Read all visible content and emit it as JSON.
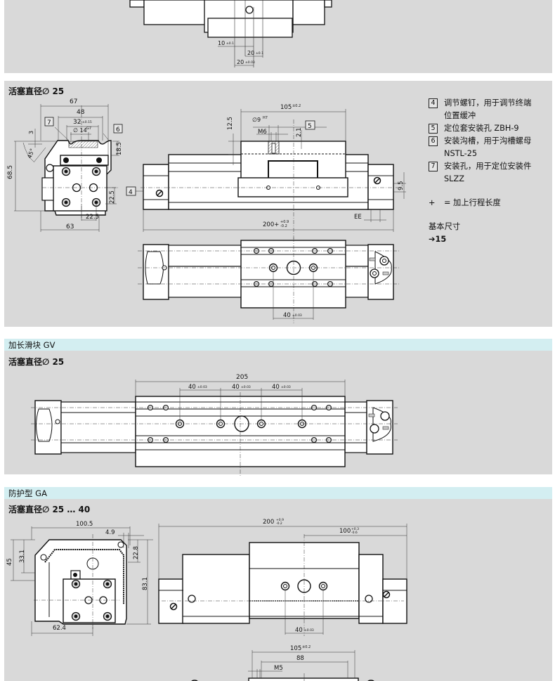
{
  "top_panel": {
    "dims": {
      "d10": "10",
      "d10_tol": "±0.1",
      "d20a": "20",
      "d20a_tol": "±0.1",
      "d20b": "20",
      "d20b_tol": "±0.03"
    }
  },
  "section1": {
    "subtitle": "活塞直径∅ 25",
    "end_view": {
      "d67": "67",
      "d48": "48",
      "d32": "32",
      "d32_tol": "±0.15",
      "d14": "∅ 14",
      "d14_tol": "G7",
      "d3": "3",
      "angle": "45°",
      "d68_5": "68.5",
      "d18_5": "18.5",
      "d22_5v": "22.5",
      "d22_5h": "22.5",
      "d63": "63",
      "callout7": "7",
      "callout6": "6"
    },
    "side_view": {
      "d105": "105",
      "d105_tol": "±0.2",
      "d9": "∅9",
      "d9_tol": "H7",
      "m6": "M6",
      "d12_5": "12.5",
      "d2_1": "2.1",
      "callout5": "5",
      "callout4": "4",
      "d9_5": "9.5",
      "ee": "EE",
      "d200": "200+",
      "d200_tol_up": "+0.9",
      "d200_tol_dn": "-0.2"
    },
    "top_view": {
      "d40": "40",
      "d40_tol": "±0.03"
    },
    "legend": {
      "items": [
        {
          "num": "4",
          "text": "调节螺钉，用于调节终端",
          "cont": "位置缓冲"
        },
        {
          "num": "5",
          "text": "定位套安装孔 ZBH-9",
          "cont": ""
        },
        {
          "num": "6",
          "text": "安装沟槽，用于沟槽螺母",
          "cont": "NSTL-25"
        },
        {
          "num": "7",
          "text": "安装孔，用于定位安装件",
          "cont": "SLZZ"
        }
      ],
      "plus_symbol": "+",
      "plus_note": "= 加上行程长度",
      "basic_title": "基本尺寸",
      "basic_ref": "➔15"
    }
  },
  "section2": {
    "band_title": "加长滑块 GV",
    "subtitle": "活塞直径∅ 25",
    "d205": "205",
    "spacings": [
      {
        "value": "40",
        "tol": "±0.03"
      },
      {
        "value": "40",
        "tol": "±0.03"
      },
      {
        "value": "40",
        "tol": "±0.03"
      }
    ]
  },
  "section3": {
    "band_title": "防护型 GA",
    "subtitle": "活塞直径∅ 25 … 40",
    "end_view": {
      "d100_5": "100.5",
      "d4_9": "4.9",
      "d45": "45",
      "d33_1": "33.1",
      "d22_8": "22.8",
      "d83_1": "83.1",
      "d62_4": "62.4"
    },
    "side_view": {
      "d200": "200",
      "d200_tol_up": "+0.9",
      "d200_tol_dn": "-0.2",
      "d100": "100",
      "d100_tol_up": "+0.3",
      "d100_tol_dn": "-0.6",
      "d40": "40",
      "d40_tol": "±0.03"
    },
    "bottom_view": {
      "d105": "105",
      "d105_tol": "±0.2",
      "d88": "88",
      "m5": "M5"
    }
  }
}
